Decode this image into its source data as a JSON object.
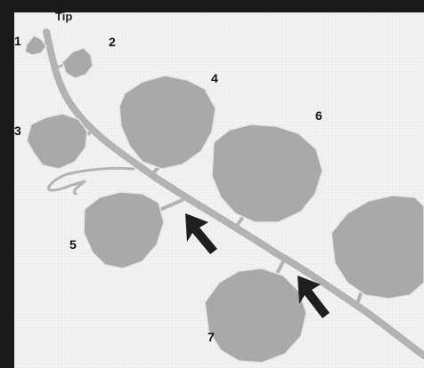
{
  "figure": {
    "tip_label": "Tip",
    "leaf_labels": [
      "1",
      "2",
      "3",
      "4",
      "5",
      "6",
      "7"
    ],
    "colors": {
      "border": "#1a1a1a",
      "panel": "#f1f1f1",
      "leaf": "#a9a9a9",
      "shoot": "#b3b3b3",
      "arrow": "#1e1e1e",
      "label": "#111111"
    }
  }
}
